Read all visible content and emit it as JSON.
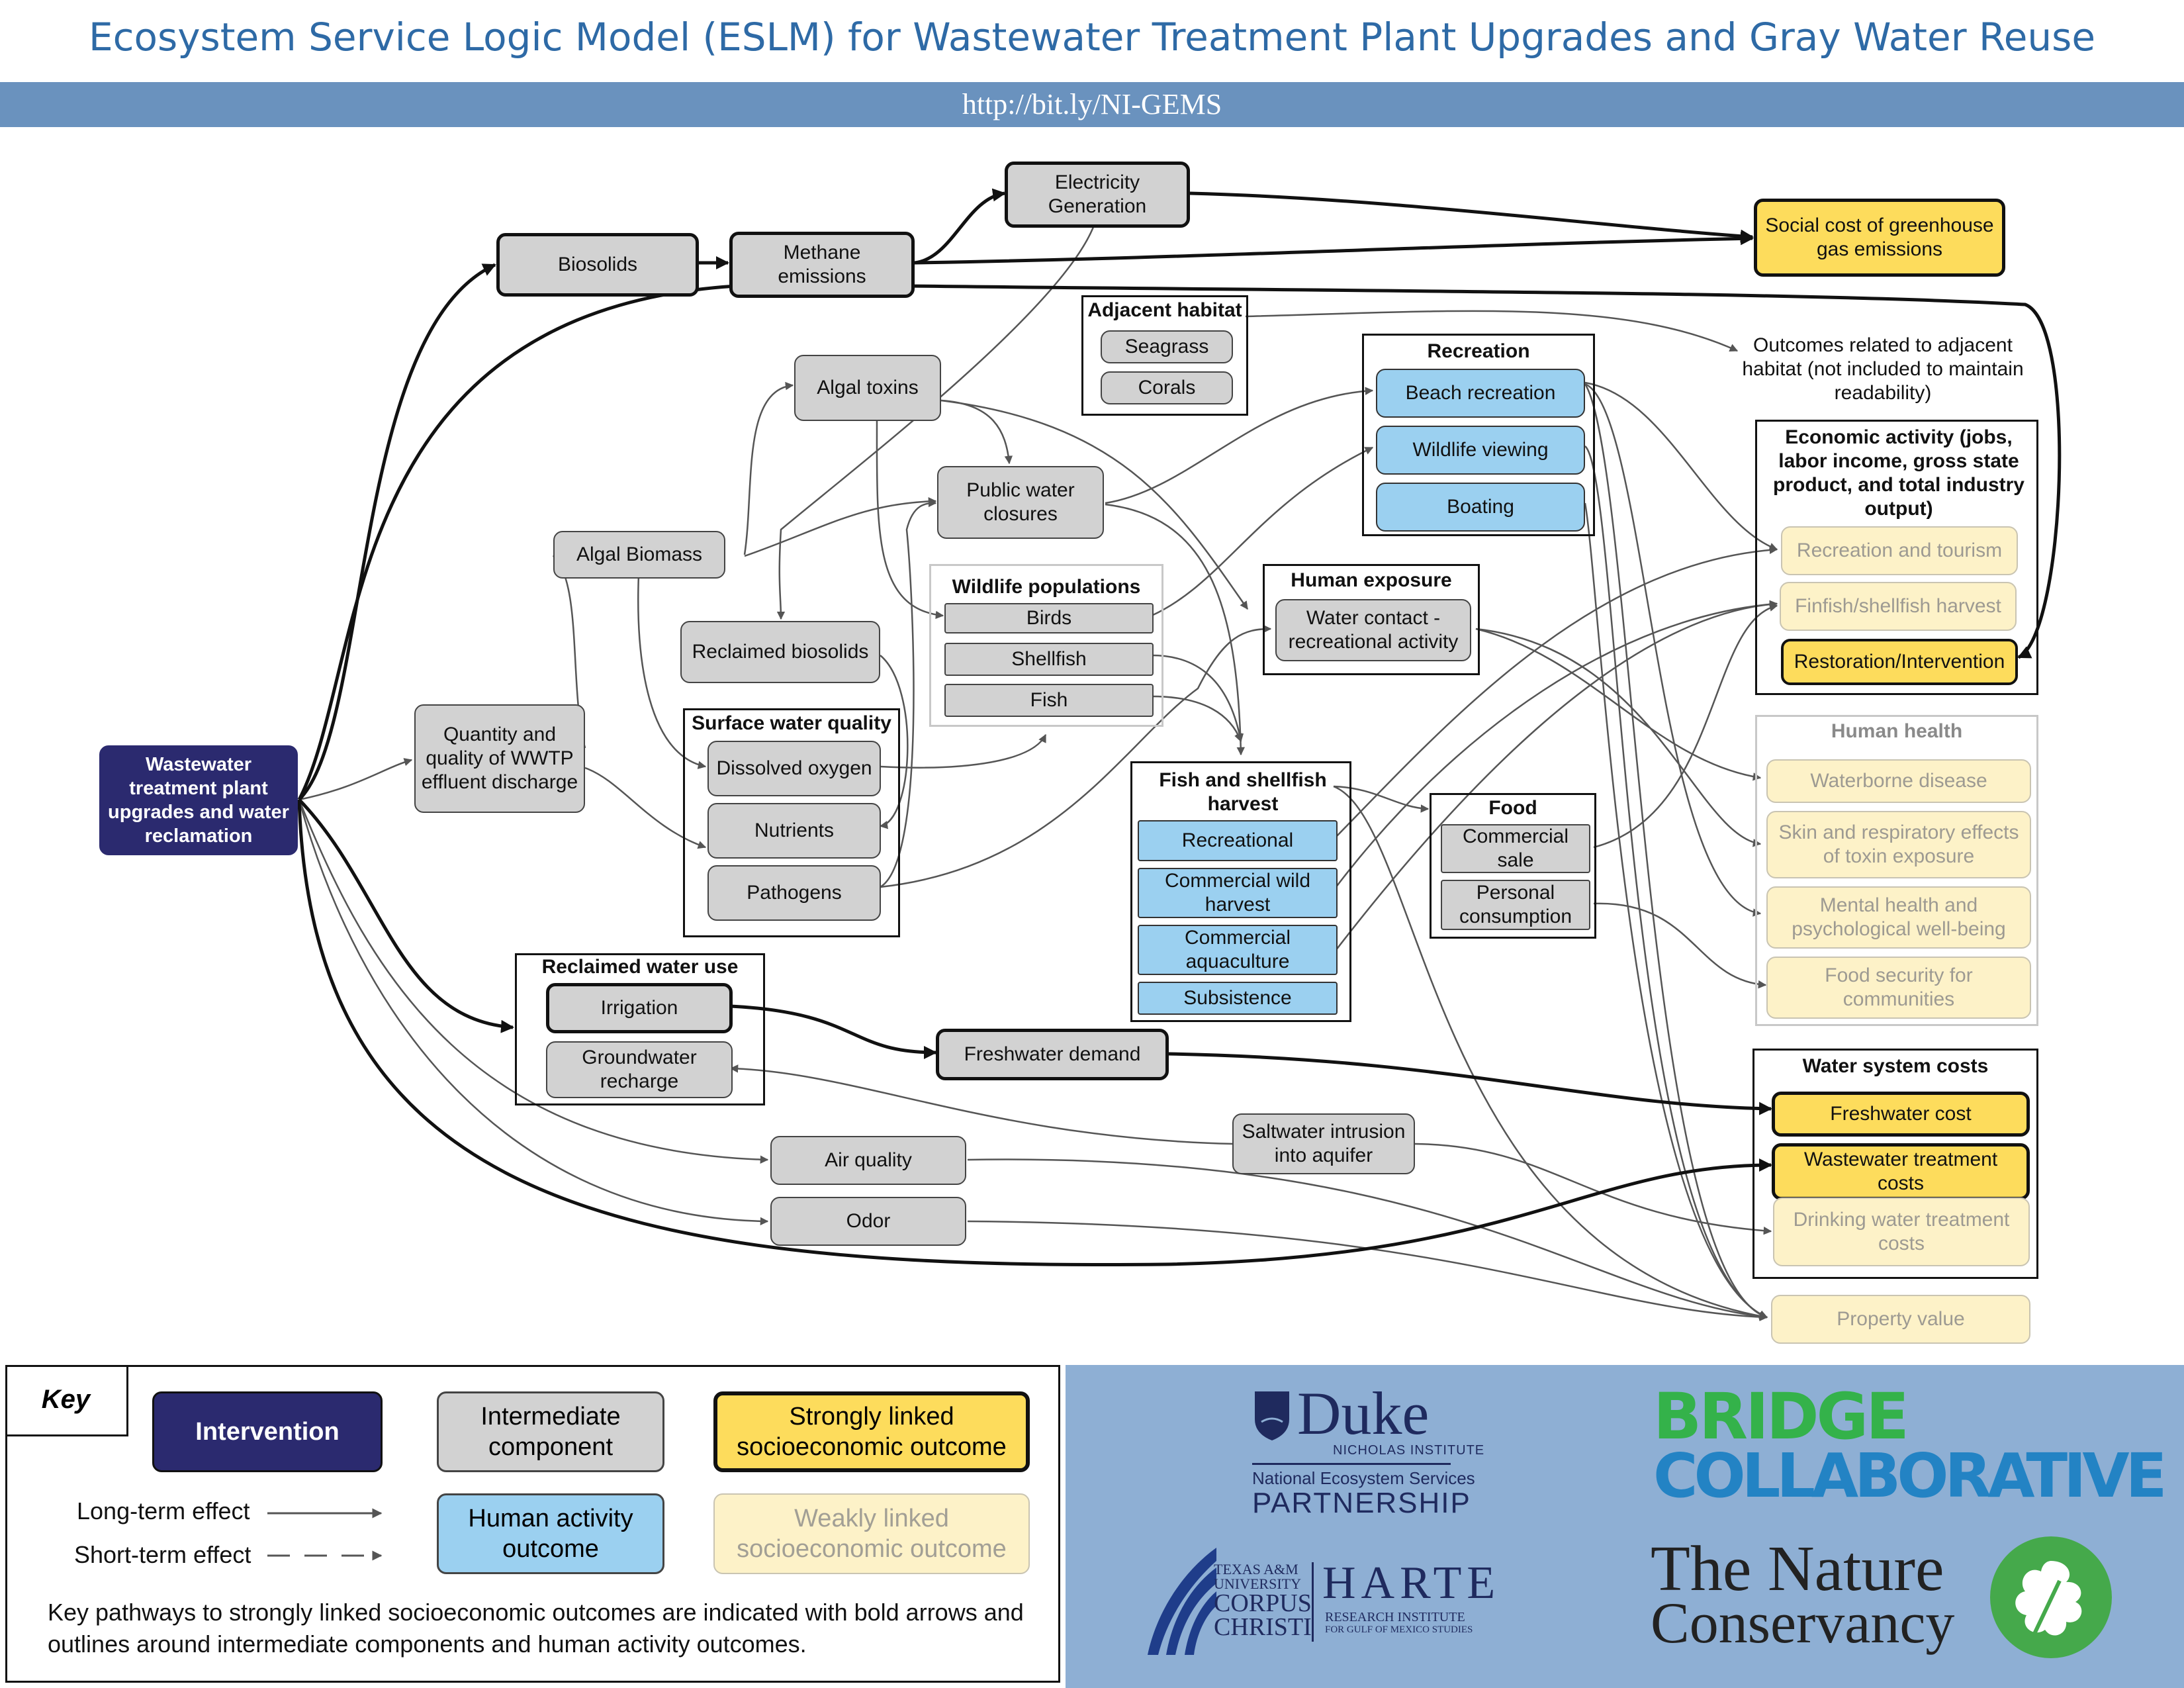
{
  "header": {
    "title": "Ecosystem Service Logic Model (ESLM) for Wastewater Treatment Plant Upgrades and Gray Water Reuse",
    "url": "http://bit.ly/NI-GEMS"
  },
  "nodes": {
    "intervention": "Wastewater treatment plant upgrades and water reclamation",
    "biosolids": "Biosolids",
    "methane": "Methane emissions",
    "electricity": "Electricity Generation",
    "social_cost": "Social cost of greenhouse gas emissions",
    "algal_toxins": "Algal toxins",
    "public_water": "Public water closures",
    "algal_biomass": "Algal Biomass",
    "reclaimed_biosolids": "Reclaimed biosolids",
    "quantity_quality": "Quantity and quality of WWTP effluent discharge",
    "freshwater_demand": "Freshwater demand",
    "saltwater": "Saltwater intrusion into aquifer",
    "air_quality": "Air quality",
    "odor": "Odor",
    "adjacent_outcomes": "Outcomes related to adjacent habitat (not included to maintain readability)"
  },
  "groups": {
    "adjacent_habitat": {
      "title": "Adjacent habitat",
      "items": [
        "Seagrass",
        "Corals"
      ]
    },
    "recreation": {
      "title": "Recreation",
      "items": [
        "Beach recreation",
        "Wildlife viewing",
        "Boating"
      ]
    },
    "wildlife": {
      "title": "Wildlife populations",
      "items": [
        "Birds",
        "Shellfish",
        "Fish"
      ]
    },
    "human_exposure": {
      "title": "Human exposure",
      "items": [
        "Water contact - recreational activity"
      ]
    },
    "surface_water": {
      "title": "Surface water quality",
      "items": [
        "Dissolved oxygen",
        "Nutrients",
        "Pathogens"
      ]
    },
    "fish_harvest": {
      "title": "Fish and shellfish harvest",
      "items": [
        "Recreational",
        "Commercial wild harvest",
        "Commercial aquaculture",
        "Subsistence"
      ]
    },
    "food": {
      "title": "Food",
      "items": [
        "Commercial sale",
        "Personal consumption"
      ]
    },
    "reclaimed_water": {
      "title": "Reclaimed water use",
      "items": [
        "Irrigation",
        "Groundwater recharge"
      ]
    },
    "economic": {
      "title": "Economic activity (jobs, labor income, gross state product, and total industry output)",
      "items": [
        "Recreation and tourism",
        "Finfish/shellfish harvest",
        "Restoration/Intervention"
      ]
    },
    "human_health": {
      "title": "Human health",
      "items": [
        "Waterborne disease",
        "Skin and respiratory effects of toxin exposure",
        "Mental health and psychological well-being",
        "Food security for communities"
      ]
    },
    "water_costs": {
      "title": "Water system costs",
      "items": [
        "Freshwater cost",
        "Wastewater treatment costs",
        "Drinking water treatment costs"
      ]
    },
    "property": "Property value"
  },
  "key": {
    "title": "Key",
    "intervention": "Intervention",
    "intermediate": "Intermediate component",
    "strong": "Strongly linked socioeconomic outcome",
    "human_activity": "Human activity outcome",
    "weak": "Weakly linked socioeconomic outcome",
    "long_term": "Long-term effect",
    "short_term": "Short-term effect",
    "note": "Key pathways to strongly linked socioeconomic outcomes are indicated with bold arrows and outlines around intermediate components and human activity outcomes."
  },
  "logos": {
    "duke": "Duke",
    "duke_sub": "NICHOLAS INSTITUTE",
    "nesp_1": "National Ecosystem Services",
    "nesp_2": "PARTNERSHIP",
    "bridge": "BRIDGE",
    "collaborative": "COLLABORATIVE",
    "tamu_1": "TEXAS A&M",
    "tamu_2": "UNIVERSITY",
    "tamu_3": "CORPUS",
    "tamu_4": "CHRISTI",
    "harte": "HARTE",
    "harte_sub1": "RESEARCH INSTITUTE",
    "harte_sub2": "FOR GULF OF MEXICO STUDIES",
    "tnc_1": "The Nature",
    "tnc_2": "Conservancy"
  },
  "colors": {
    "intervention": "#2b2a6f",
    "intermediate": "#d2d2d2",
    "strong": "#fddc5c",
    "human_activity": "#9bd0f0",
    "weak": "#fdf2c8",
    "title": "#2e6aa6",
    "urlbar": "#6a92be",
    "logo_panel": "#8eafd4"
  }
}
